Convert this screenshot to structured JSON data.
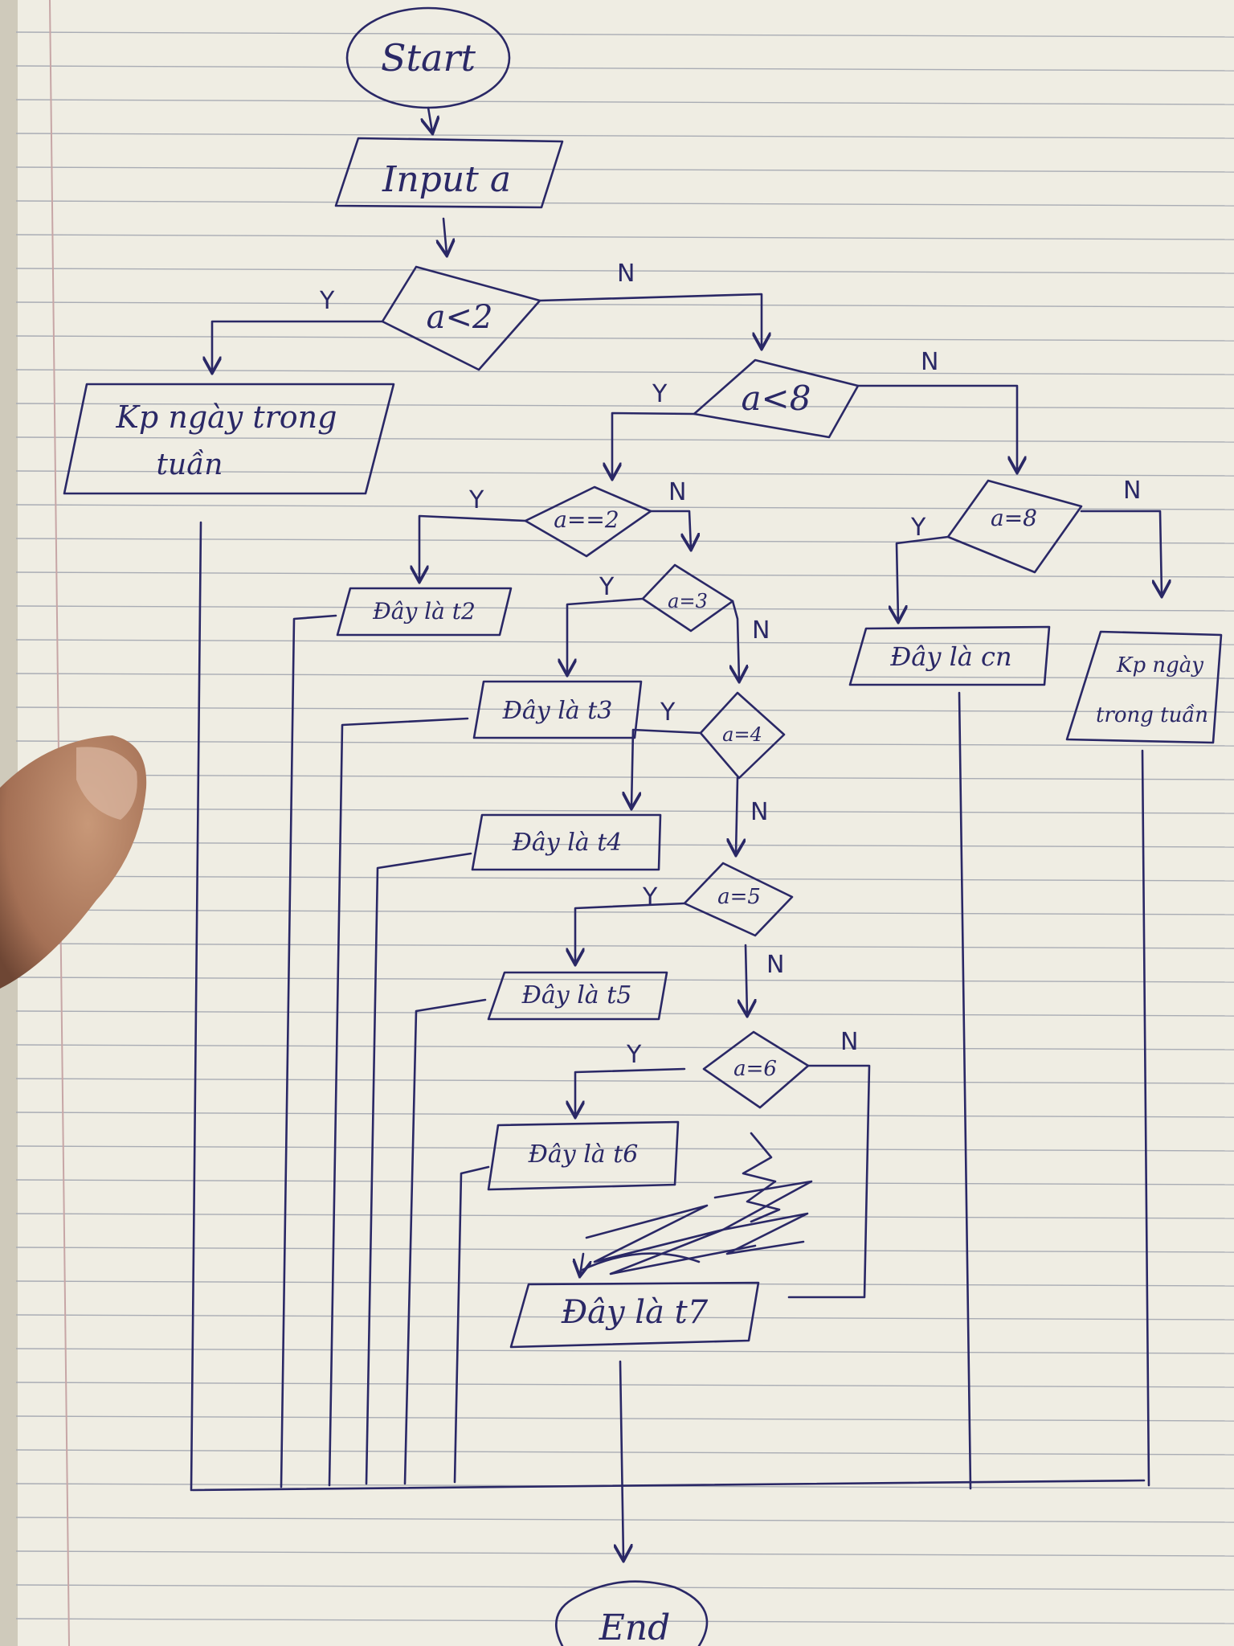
{
  "nodes": {
    "start": "Start",
    "input": "Input a",
    "d_lt2": "a<2",
    "out_invalid_left_l1": "Kp ngày trong",
    "out_invalid_left_l2": "tuần",
    "d_lt8": "a<8",
    "d_eq2": "a==2",
    "out_t2": "Đây là t2",
    "d_eq3": "a=3",
    "out_t3": "Đây là t3",
    "d_eq4": "a=4",
    "out_t4": "Đây là t4",
    "d_eq5": "a=5",
    "out_t5": "Đây là t5",
    "d_eq6": "a=6",
    "out_t6": "Đây là t6",
    "out_t7": "Đây là t7",
    "d_eq8": "a=8",
    "out_cn": "Đây là cn",
    "out_invalid_right_l1": "Kp ngày",
    "out_invalid_right_l2": "trong tuần",
    "end": "End"
  },
  "branch_labels": {
    "yes": "Y",
    "no": "N"
  },
  "colors": {
    "paper": "#efede3",
    "ink": "#2a2866",
    "rule": "#a9acb4",
    "margin": "#c7a6a6",
    "finger": "#b98a6e"
  }
}
